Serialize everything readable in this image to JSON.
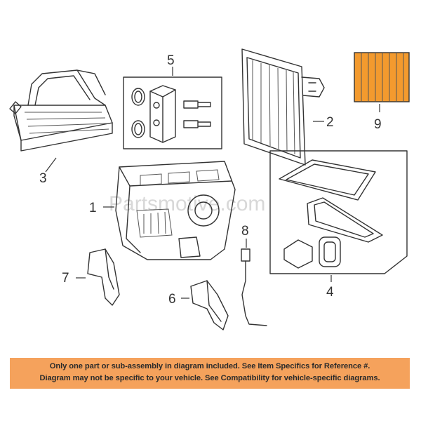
{
  "watermark": "Partsmotive.com",
  "callouts": {
    "c1": "1",
    "c2": "2",
    "c3": "3",
    "c4": "4",
    "c5": "5",
    "c6": "6",
    "c7": "7",
    "c8": "8",
    "c9": "9"
  },
  "disclaimer": {
    "line1": "Only one part or sub-assembly in diagram included. See Item Specifics for Reference #.",
    "line2": "Diagram may not be specific to your vehicle. See Compatibility for vehicle-specific diagrams."
  },
  "colors": {
    "highlight_fill": "#f39a2e",
    "banner": "#f5a25c",
    "line": "#333333"
  }
}
